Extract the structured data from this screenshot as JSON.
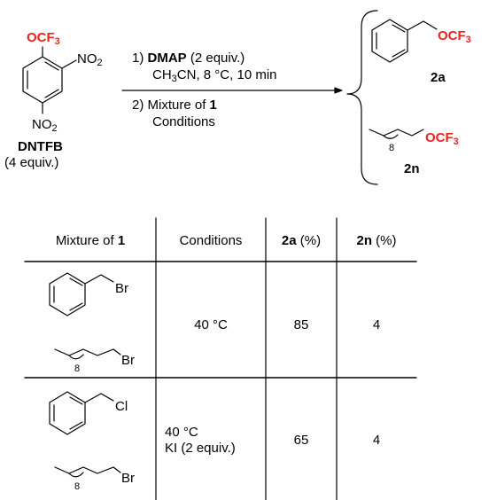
{
  "reagent": {
    "substituent_top": "OCF3",
    "substituent_top_main": "OCF",
    "substituent_top_sub": "3",
    "nitro_1": "NO",
    "nitro_1_sub": "2",
    "nitro_2": "NO",
    "nitro_2_sub": "2",
    "name": "DNTFB",
    "amount": "(4 equiv.)"
  },
  "conditions": {
    "step1_prefix": "1) ",
    "step1_reagent": "DMAP",
    "step1_amount": " (2 equiv.)",
    "step1_solvent_a": "CH",
    "step1_solvent_sub1": "3",
    "step1_solvent_b": "CN, 8 °C, 10 min",
    "step2_prefix": "2) Mixture of ",
    "step2_bold": "1",
    "step2_line2": "Conditions"
  },
  "products": {
    "p1_group_main": "OCF",
    "p1_group_sub": "3",
    "p1_label": "2a",
    "p2_group_main": "OCF",
    "p2_group_sub": "3",
    "p2_chain_sub": "8",
    "p2_label": "2n"
  },
  "table": {
    "headers": {
      "col1_text": "Mixture of ",
      "col1_bold": "1",
      "col2": "Conditions",
      "col3_bold": "2a",
      "col3_text": " (%)",
      "col4_bold": "2n",
      "col4_text": " (%)"
    },
    "rows": [
      {
        "halide_1": "Br",
        "halide_2": "Br",
        "chain_sub": "8",
        "conditions_line1": "40 °C",
        "conditions_line2": "",
        "yield_2a": "85",
        "yield_2n": "4"
      },
      {
        "halide_1": "Cl",
        "halide_2": "Br",
        "chain_sub": "8",
        "conditions_line1": "40 °C",
        "conditions_line2": "KI (2 equiv.)",
        "yield_2a": "65",
        "yield_2n": "4"
      }
    ]
  }
}
